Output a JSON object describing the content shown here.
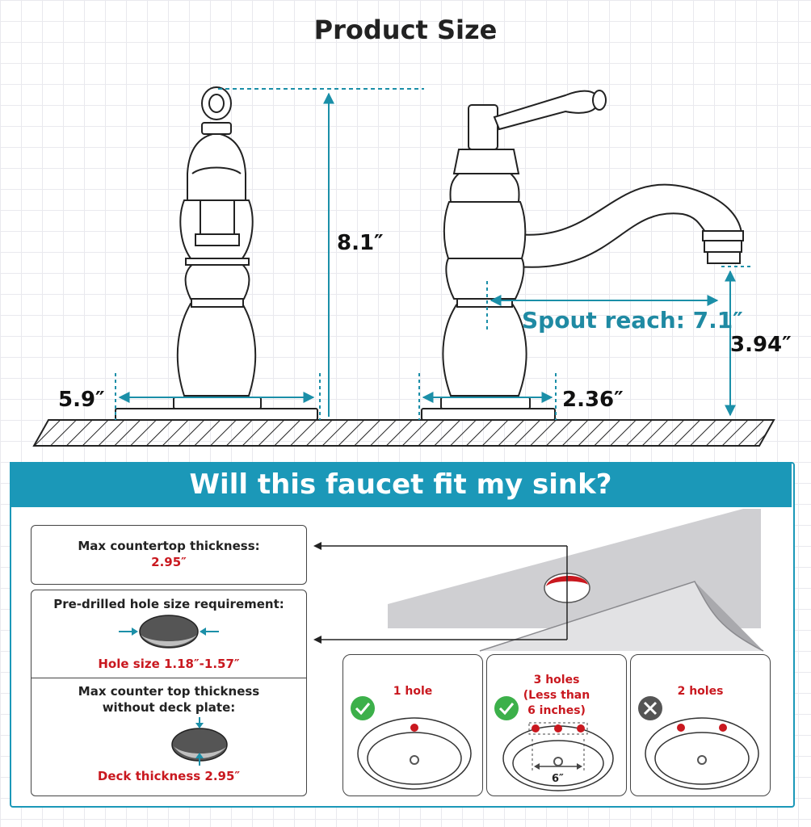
{
  "title": "Product Size",
  "dimensions": {
    "height": "8.1″",
    "base_width_front": "5.9″",
    "base_width_side": "2.36″",
    "spout_reach": "Spout reach: 7.1″",
    "spout_height": "3.94″"
  },
  "fit_section": {
    "header": "Will this faucet fit my sink?",
    "max_countertop": {
      "label": "Max countertop thickness:",
      "value": "2.95″"
    },
    "hole_size": {
      "label": "Pre-drilled hole size requirement:",
      "value": "Hole size 1.18″-1.57″"
    },
    "no_deck": {
      "label_line1": "Max counter top thickness",
      "label_line2": "without deck plate:",
      "value": "Deck thickness 2.95″"
    },
    "sink_options": [
      {
        "label": "1 hole",
        "status": "ok"
      },
      {
        "label_line1": "3 holes",
        "label_line2": "(Less than",
        "label_line3": "6 inches)",
        "spacing": "6″",
        "status": "ok"
      },
      {
        "label": "2 holes",
        "status": "no"
      }
    ]
  },
  "colors": {
    "teal": "#1b98b8",
    "red": "#c9181f",
    "green": "#3cb04a",
    "gray": "#555555"
  }
}
